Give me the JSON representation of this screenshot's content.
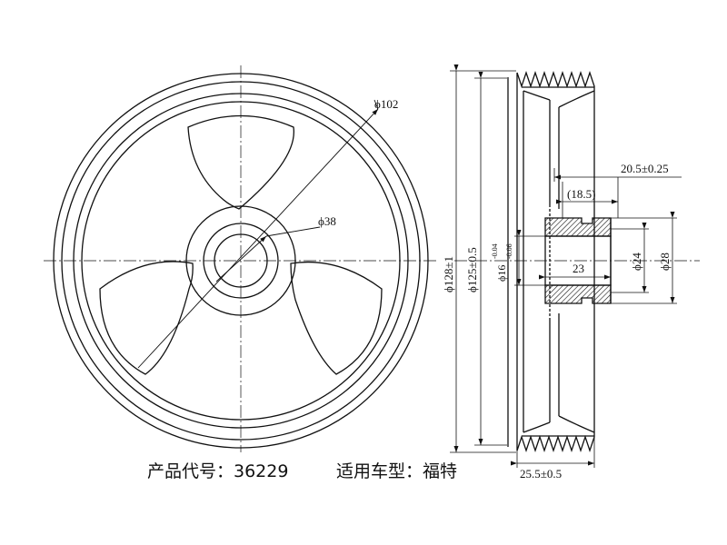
{
  "front_view": {
    "labels": {
      "outer_diameter": "ϕ102",
      "hub_diameter": "ϕ38"
    }
  },
  "side_view": {
    "labels": {
      "dia_128": "ϕ128±1",
      "dia_125": "ϕ125±0.5",
      "bore_base": "ϕ16",
      "bore_tol_upper": "-0.04",
      "bore_tol_lower": "-0.06",
      "dia_24": "ϕ24",
      "dia_28": "ϕ28",
      "len_23": "23",
      "ref_18_5": "(18.5)",
      "offset_20_5": "20.5±0.25",
      "width_25_5": "25.5±0.5"
    }
  },
  "caption": {
    "product_code": "产品代号：36229",
    "vehicle": "适用车型：福特"
  }
}
